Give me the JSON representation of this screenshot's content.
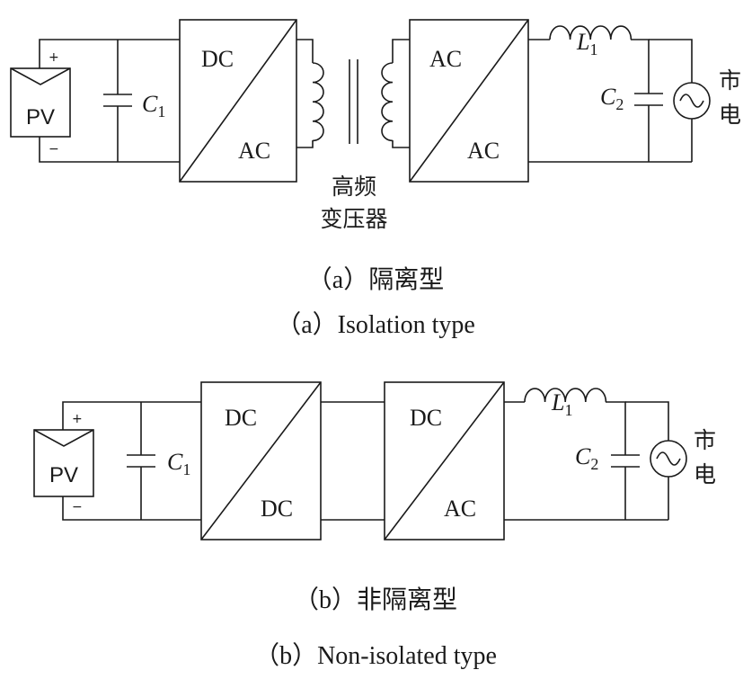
{
  "diagram_a": {
    "pv_label": "PV",
    "plus": "+",
    "minus": "−",
    "c1_main": "C",
    "c1_sub": "1",
    "conv1_top": "DC",
    "conv1_bottom": "AC",
    "transformer_label_line1": "高频",
    "transformer_label_line2": "变压器",
    "conv2_top": "AC",
    "conv2_bottom": "AC",
    "l1_main": "L",
    "l1_sub": "1",
    "c2_main": "C",
    "c2_sub": "2",
    "grid_line1": "市",
    "grid_line2": "电",
    "caption_cn": "（a）隔离型",
    "caption_en": "（a）Isolation type"
  },
  "diagram_b": {
    "pv_label": "PV",
    "plus": "+",
    "minus": "−",
    "c1_main": "C",
    "c1_sub": "1",
    "conv1_top": "DC",
    "conv1_bottom": "DC",
    "conv2_top": "DC",
    "conv2_bottom": "AC",
    "l1_main": "L",
    "l1_sub": "1",
    "c2_main": "C",
    "c2_sub": "2",
    "grid_line1": "市",
    "grid_line2": "电",
    "caption_cn": "（b）非隔离型",
    "caption_en": "（b）Non-isolated type"
  }
}
